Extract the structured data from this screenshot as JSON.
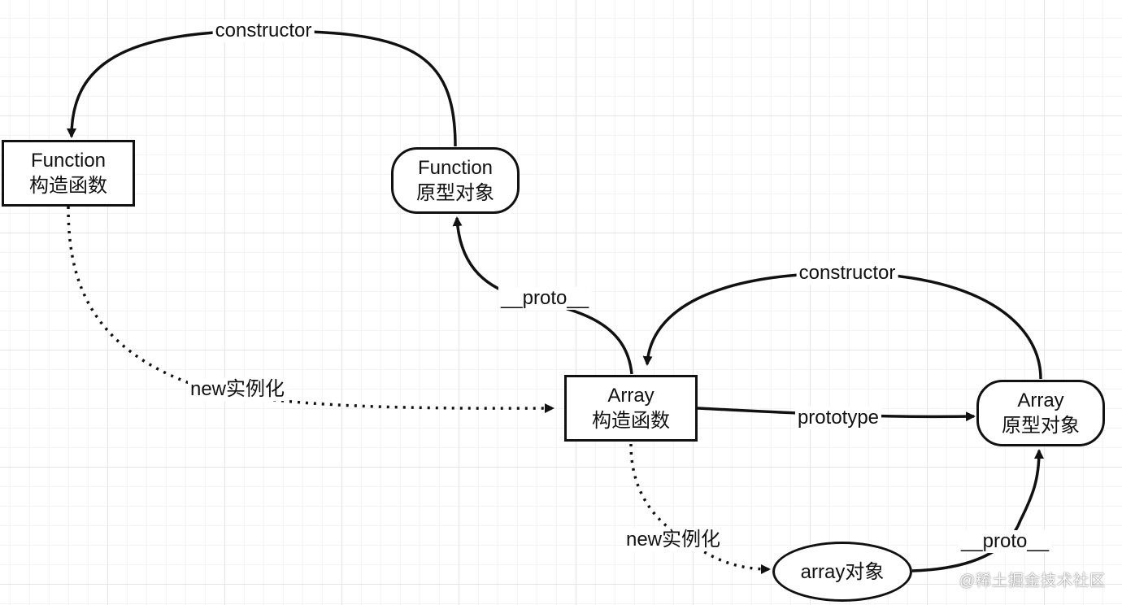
{
  "nodes": {
    "function_constructor": {
      "line1": "Function",
      "line2": "构造函数"
    },
    "function_prototype": {
      "line1": "Function",
      "line2": "原型对象"
    },
    "array_constructor": {
      "line1": "Array",
      "line2": "构造函数"
    },
    "array_prototype": {
      "line1": "Array",
      "line2": "原型对象"
    },
    "array_object": {
      "line1": "array对象"
    }
  },
  "edge_labels": {
    "constructor_top": "constructor",
    "proto_array_to_function": "__proto__",
    "constructor_array": "constructor",
    "new_instance_function": "new实例化",
    "prototype": "prototype",
    "new_instance_array": "new实例化",
    "proto_object_to_array": "__proto__"
  },
  "watermark": "@稀土掘金技术社区"
}
